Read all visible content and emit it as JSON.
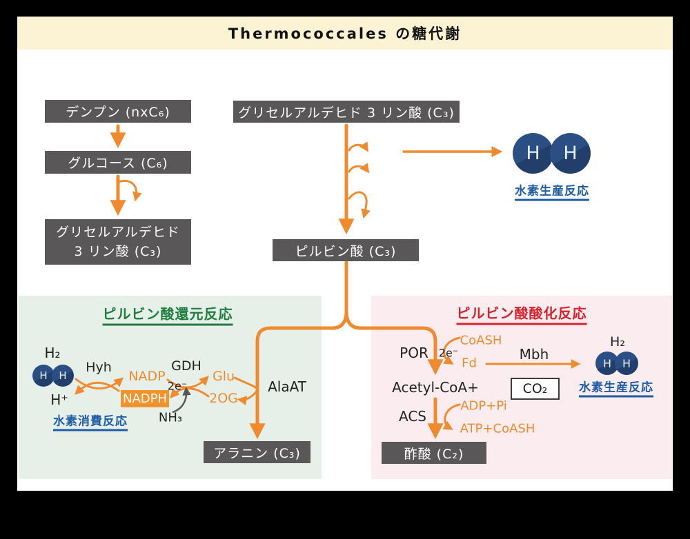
{
  "title": "Thermococcales の糖代謝",
  "colors": {
    "background": "#000000",
    "card": "#FFFFFF",
    "title_bar": "#FCF3D4",
    "box_gray": "#595757",
    "orange": "#EF8B2E",
    "orange_fill": "#F0932C",
    "navy_circle": "#2A4A7C",
    "blue_label": "#1D5CA5",
    "green_title": "#1E7D3F",
    "red_title": "#D6232E",
    "green_panel": "#E7EFE9",
    "pink_panel": "#FBEDEF",
    "gray_arrow": "#595757"
  },
  "glycolysis": {
    "starch": "デンプン (nxC₆)",
    "glucose": "グルコース (C₆)",
    "gap_two_line": [
      "グリセルアルデヒド",
      "3 リン酸 (C₃)"
    ],
    "gap": "グリセルアルデヒド 3 リン酸 (C₃)",
    "pyruvate": "ピルビン酸 (C₃)"
  },
  "hydrogen_top": {
    "atoms": [
      "H",
      "H"
    ],
    "label": "水素生産反応"
  },
  "reduction": {
    "title": "ピルビン酸還元反応",
    "h2": "H₂",
    "atoms": [
      "H",
      "H"
    ],
    "h_plus": "H⁺",
    "hyh": "Hyh",
    "nadp": "NADP",
    "nadph": "NADPH",
    "gdh": "GDH",
    "two_e": "2e⁻",
    "glu": "Glu",
    "og": "2OG",
    "nh3": "NH₃",
    "alaat": "AlaAT",
    "consume_label": "水素消費反応",
    "alanine": "アラニン (C₃)"
  },
  "oxidation": {
    "title": "ピルビン酸酸化反応",
    "por": "POR",
    "two_e": "2e⁻",
    "coash": "CoASH",
    "fd": "Fd",
    "mbh": "Mbh",
    "h2": "H₂",
    "atoms": [
      "H",
      "H"
    ],
    "produce_label": "水素生産反応",
    "acetyl_coa": "Acetyl-CoA+",
    "co2": "CO₂",
    "acs": "ACS",
    "adp_pi": "ADP+Pi",
    "atp_coash": "ATP+CoASH",
    "acetate": "酢酸 (C₂)"
  }
}
